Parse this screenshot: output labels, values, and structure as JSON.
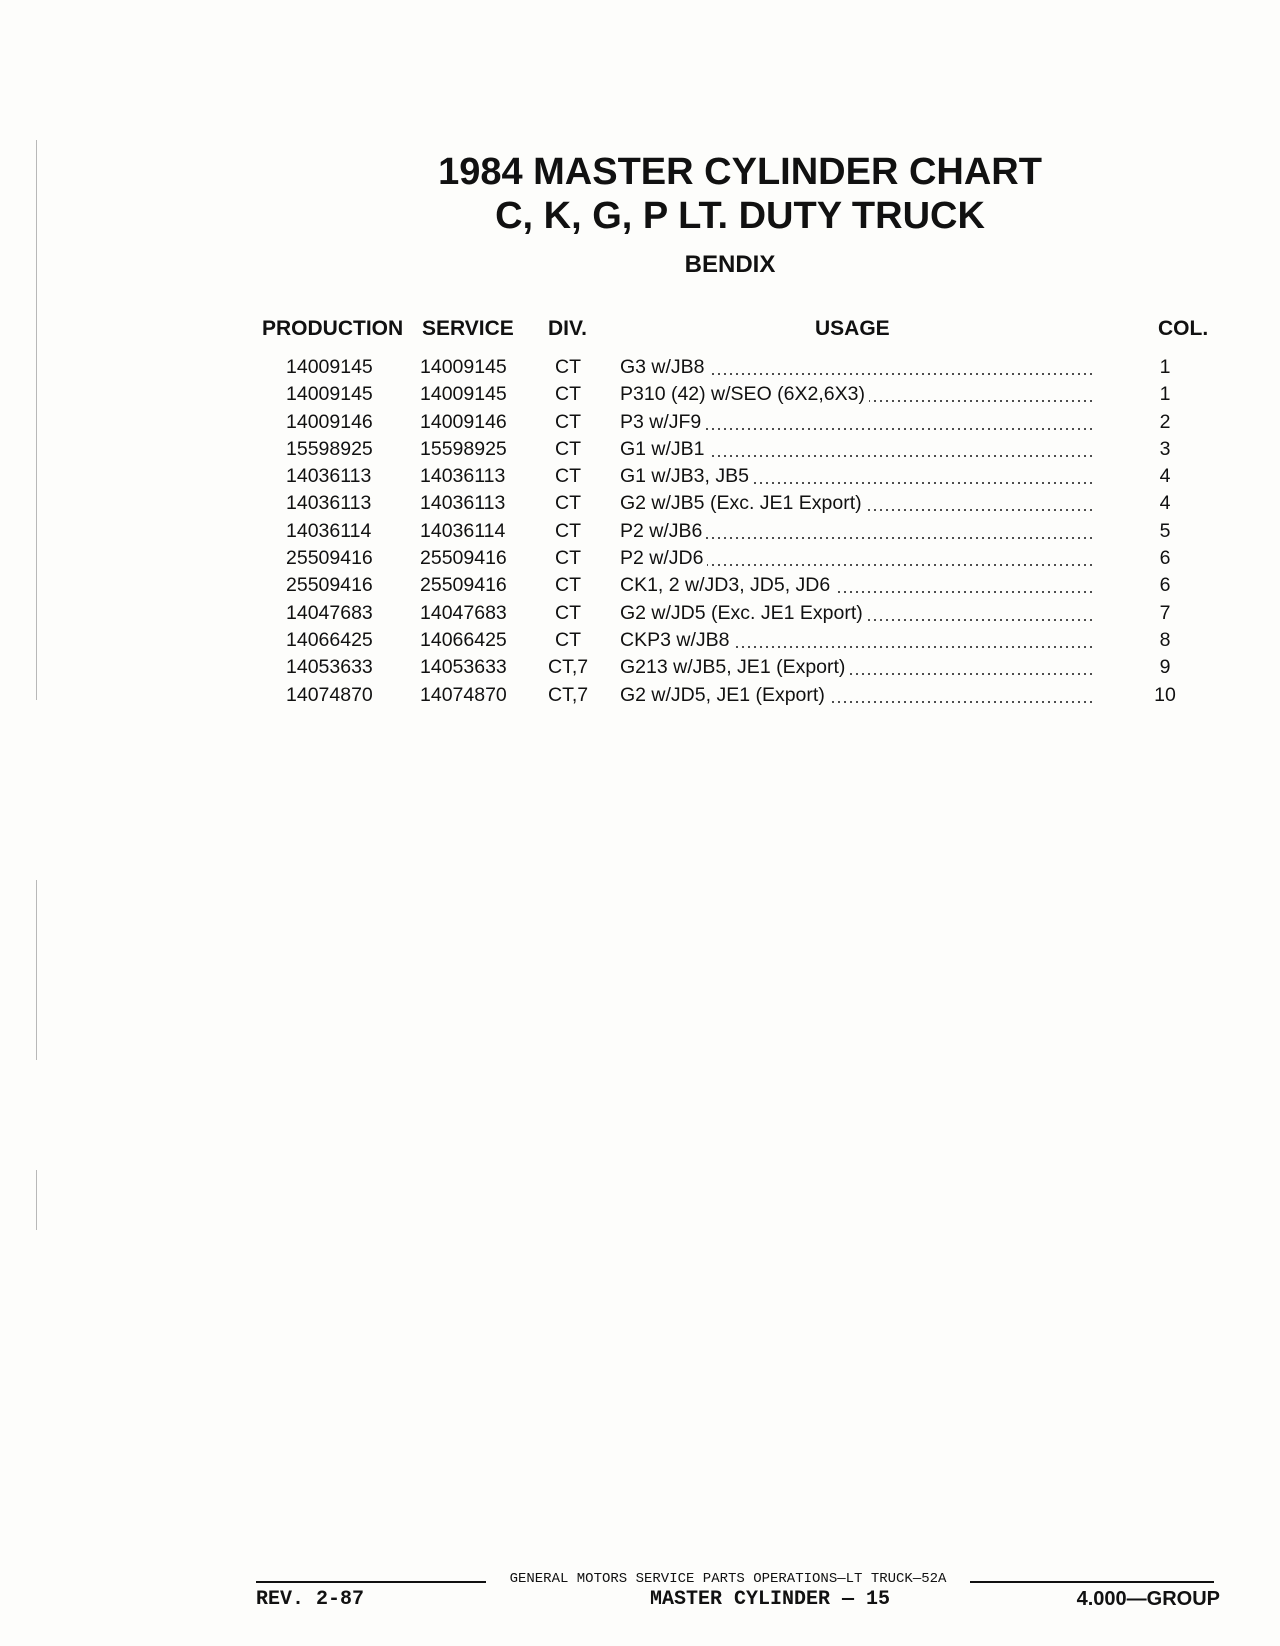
{
  "header": {
    "title_line1": "1984 MASTER CYLINDER CHART",
    "title_line2": "C, K, G, P LT. DUTY TRUCK",
    "subtitle": "BENDIX"
  },
  "table": {
    "columns": {
      "production": "PRODUCTION",
      "service": "SERVICE",
      "div": "DIV.",
      "usage": "USAGE",
      "col": "COL."
    },
    "rows": [
      {
        "production": "14009145",
        "service": "14009145",
        "div": "CT",
        "usage": "G3 w/JB8",
        "col": "1"
      },
      {
        "production": "14009145",
        "service": "14009145",
        "div": "CT",
        "usage": "P310 (42) w/SEO (6X2,6X3)",
        "col": "1"
      },
      {
        "production": "14009146",
        "service": "14009146",
        "div": "CT",
        "usage": "P3 w/JF9",
        "col": "2"
      },
      {
        "production": "15598925",
        "service": "15598925",
        "div": "CT",
        "usage": "G1 w/JB1",
        "col": "3"
      },
      {
        "production": "14036113",
        "service": "14036113",
        "div": "CT",
        "usage": "G1 w/JB3, JB5",
        "col": "4"
      },
      {
        "production": "14036113",
        "service": "14036113",
        "div": "CT",
        "usage": "G2 w/JB5 (Exc. JE1 Export)",
        "col": "4"
      },
      {
        "production": "14036114",
        "service": "14036114",
        "div": "CT",
        "usage": "P2 w/JB6",
        "col": "5"
      },
      {
        "production": "25509416",
        "service": "25509416",
        "div": "CT",
        "usage": "P2 w/JD6",
        "col": "6"
      },
      {
        "production": "25509416",
        "service": "25509416",
        "div": "CT",
        "usage": "CK1, 2 w/JD3, JD5, JD6",
        "col": "6"
      },
      {
        "production": "14047683",
        "service": "14047683",
        "div": "CT",
        "usage": "G2 w/JD5 (Exc. JE1 Export)",
        "col": "7"
      },
      {
        "production": "14066425",
        "service": "14066425",
        "div": "CT",
        "usage": "CKP3 w/JB8",
        "col": "8"
      },
      {
        "production": "14053633",
        "service": "14053633",
        "div": "CT,7",
        "usage": "G213 w/JB5, JE1 (Export)",
        "col": "9"
      },
      {
        "production": "14074870",
        "service": "14074870",
        "div": "CT,7",
        "usage": "G2 w/JD5, JE1 (Export)",
        "col": "10"
      }
    ]
  },
  "footer": {
    "publisher": "GENERAL MOTORS SERVICE PARTS OPERATIONS—LT TRUCK—52A",
    "revision": "REV. 2-87",
    "section": "MASTER CYLINDER — 15",
    "group": "4.000—GROUP"
  }
}
